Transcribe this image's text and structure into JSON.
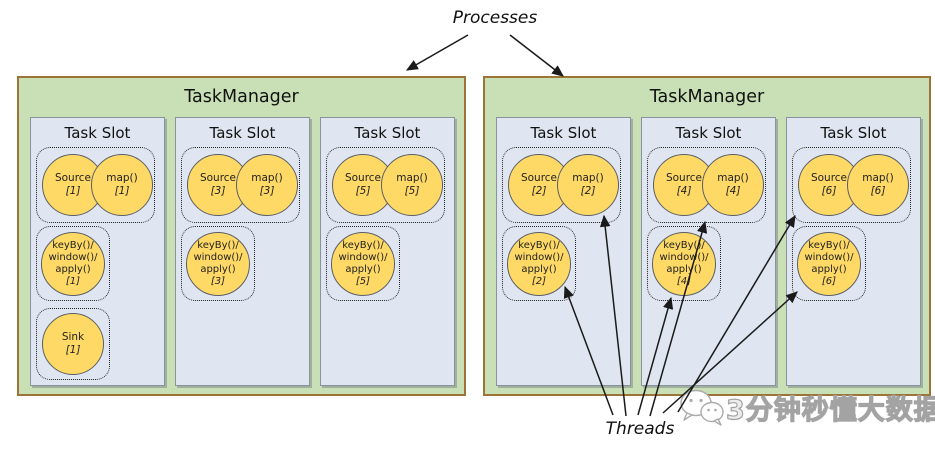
{
  "labels": {
    "processes": "Processes",
    "threads": "Threads"
  },
  "watermark": {
    "icon": "wechat-logo",
    "text": "3分钟秒懂大数据"
  },
  "colors": {
    "tm_fill": "#c9e0b6",
    "tm_border": "#9c7437",
    "slot_fill": "#e0e6f1",
    "slot_border": "#8a929e",
    "task_fill": "#ffd966",
    "task_border": "#5a5f66",
    "arrow": "#1a1a1a"
  },
  "tms": [
    {
      "title": "TaskManager",
      "slots": [
        {
          "title": "Task Slot",
          "src": {
            "label": "Source",
            "idx": "[1]"
          },
          "map": {
            "label": "map()",
            "idx": "[1]"
          },
          "op": {
            "l1": "keyBy()/",
            "l2": "window()/",
            "l3": "apply()",
            "idx": "[1]"
          },
          "sink": {
            "label": "Sink",
            "idx": "[1]"
          }
        },
        {
          "title": "Task Slot",
          "src": {
            "label": "Source",
            "idx": "[3]"
          },
          "map": {
            "label": "map()",
            "idx": "[3]"
          },
          "op": {
            "l1": "keyBy()/",
            "l2": "window()/",
            "l3": "apply()",
            "idx": "[3]"
          }
        },
        {
          "title": "Task Slot",
          "src": {
            "label": "Source",
            "idx": "[5]"
          },
          "map": {
            "label": "map()",
            "idx": "[5]"
          },
          "op": {
            "l1": "keyBy()/",
            "l2": "window()/",
            "l3": "apply()",
            "idx": "[5]"
          }
        }
      ]
    },
    {
      "title": "TaskManager",
      "slots": [
        {
          "title": "Task Slot",
          "src": {
            "label": "Source",
            "idx": "[2]"
          },
          "map": {
            "label": "map()",
            "idx": "[2]"
          },
          "op": {
            "l1": "keyBy()/",
            "l2": "window()/",
            "l3": "apply()",
            "idx": "[2]"
          }
        },
        {
          "title": "Task Slot",
          "src": {
            "label": "Source",
            "idx": "[4]"
          },
          "map": {
            "label": "map()",
            "idx": "[4]"
          },
          "op": {
            "l1": "keyBy()/",
            "l2": "window()/",
            "l3": "apply()",
            "idx": "[4]"
          }
        },
        {
          "title": "Task Slot",
          "src": {
            "label": "Source",
            "idx": "[6]"
          },
          "map": {
            "label": "map()",
            "idx": "[6]"
          },
          "op": {
            "l1": "keyBy()/",
            "l2": "window()/",
            "l3": "apply()",
            "idx": "[6]"
          }
        }
      ]
    }
  ]
}
